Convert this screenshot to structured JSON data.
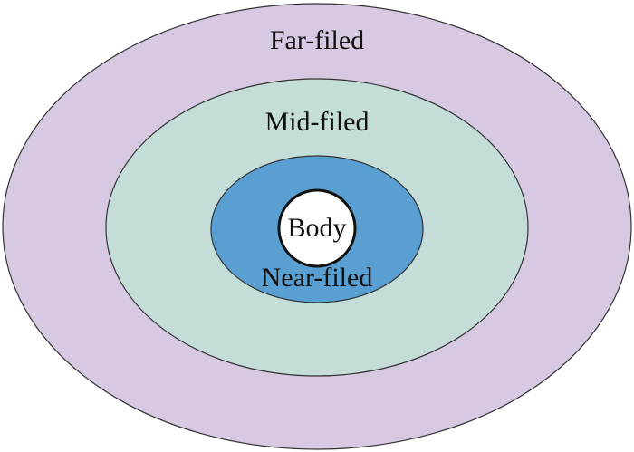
{
  "diagram": {
    "zones": [
      {
        "id": "far",
        "label": "Far-filed",
        "fill": "#d8c9e3"
      },
      {
        "id": "mid",
        "label": "Mid-filed",
        "fill": "#c4ddd9"
      },
      {
        "id": "near",
        "label": "Near-filed",
        "fill": "#5a9fd2"
      },
      {
        "id": "body",
        "label": "Body",
        "fill": "#ffffff"
      }
    ],
    "outline_color": "#333333"
  }
}
